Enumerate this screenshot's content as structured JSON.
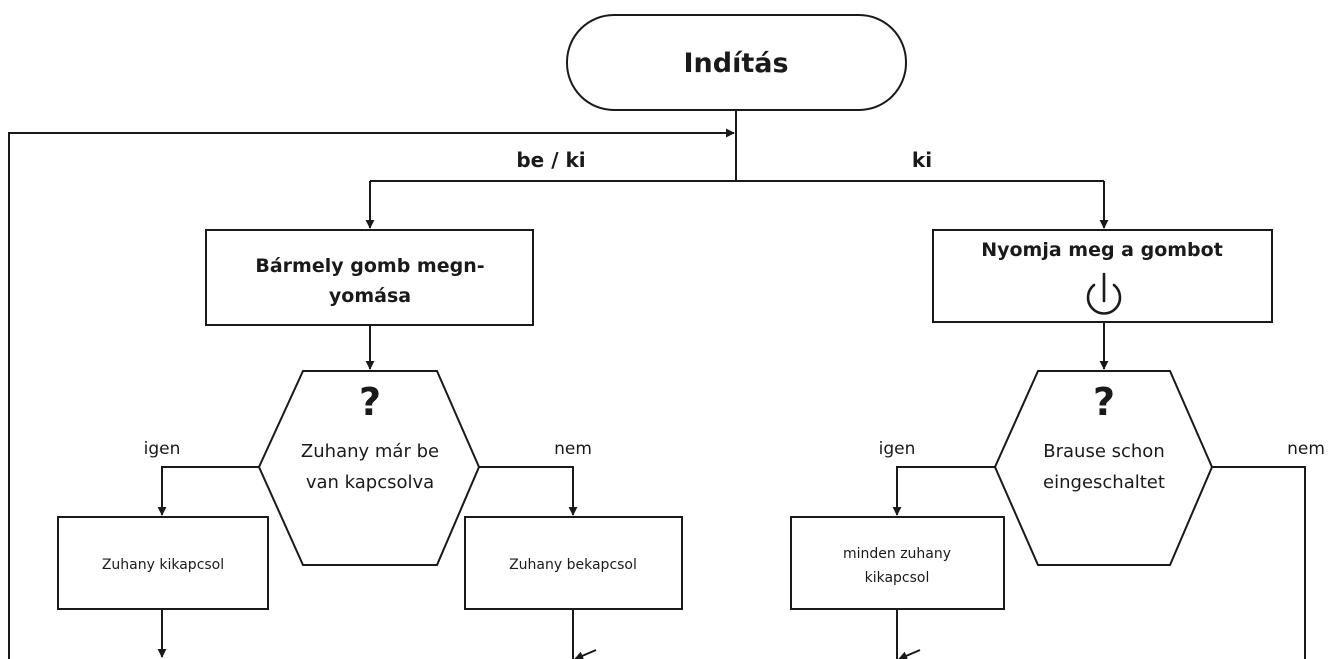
{
  "start": {
    "label": "Indítás"
  },
  "branches": {
    "left_label": "be / ki",
    "right_label": "ki"
  },
  "left": {
    "action": {
      "line1": "Bármely gomb megn-",
      "line2": "yomása"
    },
    "decision": {
      "symbol": "?",
      "line1": "Zuhany már be",
      "line2": "van kapcsolva"
    },
    "yes_label": "igen",
    "no_label": "nem",
    "yes_box": {
      "label": "Zuhany kikapcsol"
    },
    "no_box": {
      "label": "Zuhany bekapcsol"
    }
  },
  "right": {
    "action": {
      "label": "Nyomja meg a gombot",
      "icon": "power-icon"
    },
    "decision": {
      "symbol": "?",
      "line1": "Brause schon",
      "line2": "eingeschaltet"
    },
    "yes_label": "igen",
    "no_label": "nem",
    "yes_box": {
      "line1": "minden zuhany",
      "line2": "kikapcsol"
    }
  },
  "colors": {
    "stroke": "#1a1a1a",
    "background": "#ffffff"
  }
}
